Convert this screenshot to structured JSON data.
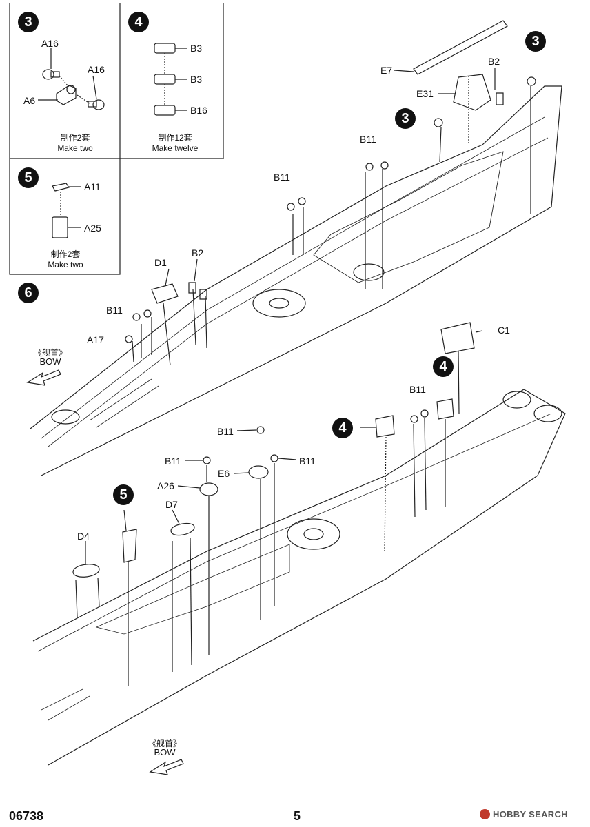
{
  "panels": {
    "step3": {
      "badge": "3",
      "labels": [
        "A16",
        "A16",
        "A6"
      ],
      "caption_cn": "制作2套",
      "caption_en": "Make two"
    },
    "step4": {
      "badge": "4",
      "labels": [
        "B3",
        "B3",
        "B16"
      ],
      "caption_cn": "制作12套",
      "caption_en": "Make twelve"
    },
    "step5": {
      "badge": "5",
      "labels": [
        "A11",
        "A25"
      ],
      "caption_cn": "制作2套",
      "caption_en": "Make two"
    }
  },
  "step6": {
    "badge": "6",
    "upper_labels": [
      "E7",
      "B2",
      "E31",
      "B11",
      "B11",
      "B2",
      "D1",
      "B11",
      "A17",
      "C1"
    ],
    "upper_callouts": [
      "3",
      "3"
    ],
    "lower_labels": [
      "B11",
      "B11",
      "B11",
      "B11",
      "E6",
      "A26",
      "D7",
      "D4"
    ],
    "lower_callouts": [
      "4",
      "4",
      "5"
    ],
    "bow_cn": "《舰首》",
    "bow_en": "BOW"
  },
  "footer": {
    "code": "06738",
    "page": "5"
  },
  "watermark": "HOBBY SEARCH"
}
